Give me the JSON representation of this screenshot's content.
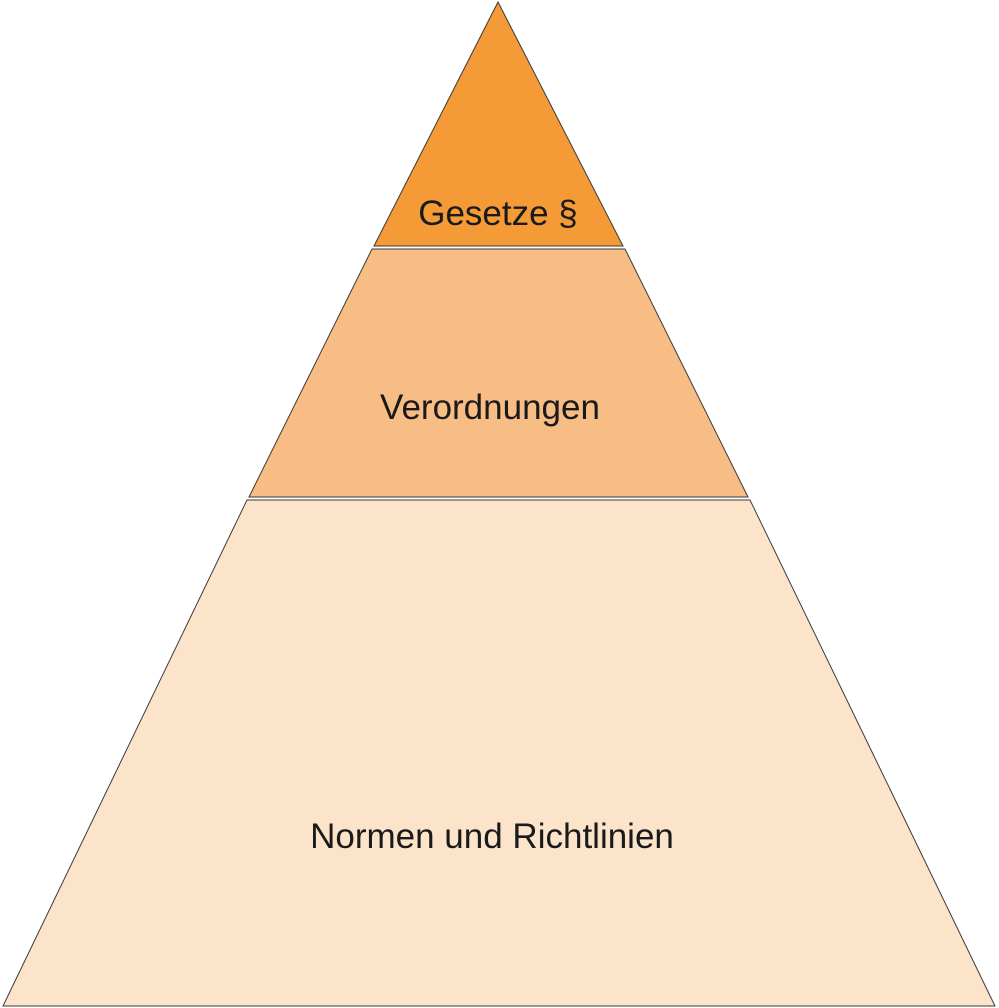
{
  "pyramid": {
    "tiers": [
      {
        "label": "Gesetze §",
        "color": "#F49A36"
      },
      {
        "label": "Verordnungen",
        "color": "#F7BD85"
      },
      {
        "label": "Normen und Richtlinien",
        "color": "#FCE4CA"
      }
    ]
  }
}
